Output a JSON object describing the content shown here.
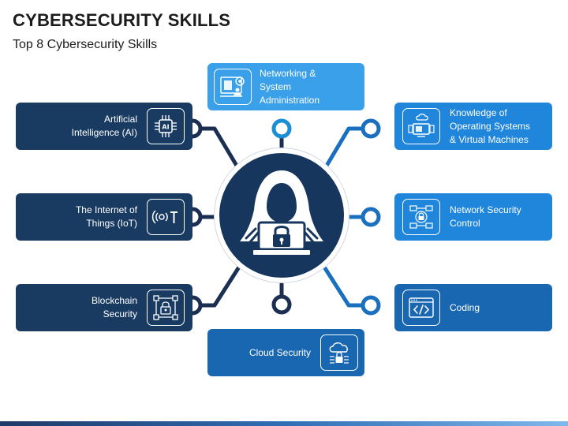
{
  "title": "CYBERSECURITY SKILLS",
  "subtitle": "Top 8 Cybersecurity Skills",
  "colors": {
    "dark_navy": "#193b62",
    "mid_blue": "#1a67b1",
    "bright_blue": "#1f86dc",
    "sky_blue": "#3aa0ea",
    "hub": "#17365d"
  },
  "skills": {
    "ai": {
      "lines": [
        "Artificial",
        "Intelligence (AI)"
      ],
      "icon": "ai-chip-icon",
      "icon_text": "AI"
    },
    "iot": {
      "lines": [
        "The Internet of",
        "Things (IoT)"
      ],
      "icon": "iot-icon"
    },
    "blockchain": {
      "lines": [
        "Blockchain",
        "Security"
      ],
      "icon": "blockchain-lock-icon"
    },
    "networking": {
      "lines": [
        "Networking &",
        "System",
        "Administration"
      ],
      "icon": "network-admin-icon"
    },
    "os": {
      "lines": [
        "Knowledge of",
        "Operating Systems",
        "& Virtual Machines"
      ],
      "icon": "operating-system-icon"
    },
    "netsec": {
      "lines": [
        "Network Security",
        "Control"
      ],
      "icon": "network-security-icon"
    },
    "coding": {
      "lines": [
        "Coding"
      ],
      "icon": "code-icon"
    },
    "cloud": {
      "lines": [
        "Cloud Security"
      ],
      "icon": "cloud-security-icon"
    }
  },
  "hub_icon": "hacker-laptop-icon"
}
